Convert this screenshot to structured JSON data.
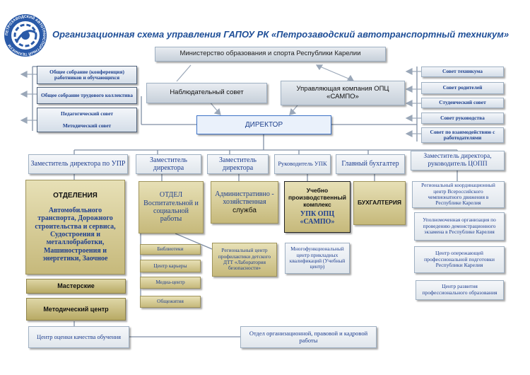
{
  "logo": {
    "ring_text": "ПЕТРОЗАВОДСКИЙ АВТОТРАНСПОРТНЫЙ ТЕХНИКУМ"
  },
  "title": "Организационная схема управления ГАПОУ РК «Петрозаводский автотранспортный техникум»",
  "nodes": {
    "ministry": "Министерство образования и спорта Республики Карелии",
    "general_meeting_conf": "Общее собрание (конференция) работников и обучающихся",
    "general_meeting_labor": "Общее собрание трудового коллектива",
    "pedagogical_council": "Педагогический совет",
    "methodical_council": "Методический совет",
    "supervisory_board": "Наблюдательный совет",
    "management_company": "Управляющая компания ОПЦ «САМПО»",
    "council_technikum": "Совет техникума",
    "council_parents": "Совет родителей",
    "council_students": "Студенческий совет",
    "council_management": "Совет руководства",
    "council_employers": "Совет по взаимодействию с работодателями",
    "director": "ДИРЕКТОР",
    "deputy_upr": "Заместитель директора по УПР",
    "deputy_1": "Заместитель директора",
    "deputy_2": "Заместитель директора",
    "head_upk": "Руководитель УПК",
    "chief_accountant": "Главный бухгалтер",
    "deputy_copp": "Заместитель директора, руководитель ЦОПП",
    "departments_title": "ОТДЕЛЕНИЯ",
    "departments_list": "Автомобильного транспорта, Дорожного строительства и сервиса, Судостроения и металлобработки, Машиностроения и энергетики, Заочное",
    "workshops": "Мастерские",
    "methodical_center": "Методический центр",
    "educational_dept": "ОТДЕЛ Воспитательной и социальной работы",
    "library": "Библиотеки",
    "career_center": "Центр карьеры",
    "media_center": "Медиа-центр",
    "dormitory": "Общежития",
    "admin_service_a": "Административно - хозяйственная",
    "admin_service_b": "служба",
    "prevention_center": "Региональный центр профилактики детского ДТТ «Лаборатория безопасности»",
    "upk_a": "Учебно производственный комплекс",
    "upk_b": "УПК ОПЦ «САМПО»",
    "multifunctional_center": "Многофункциональный центр прикладных квалификаций (Учебный центр)",
    "accounting": "БУХГАЛТЕРИЯ",
    "championship_center": "Региональный координационный центр Всероссийского чемпионатного движения в Республике Карелия",
    "demo_exam_org": "Уполномоченная организация по проведению демонстрационного экзамена в Республике Карелия",
    "advanced_training_center": "Центр опережающей профессиональной подготовки Республики Карелия",
    "prof_education_center": "Центр развития профессионального образования",
    "quality_center": "Центр оценки качества обучения",
    "legal_dept": "Отдел организационной, правовой и кадровой работы"
  },
  "colors": {
    "title": "#1e4e97",
    "box_text": "#1c3f8c",
    "olive": "#c6b97b",
    "box_fill": "#d4dde8",
    "line": "#7f8ea3"
  }
}
